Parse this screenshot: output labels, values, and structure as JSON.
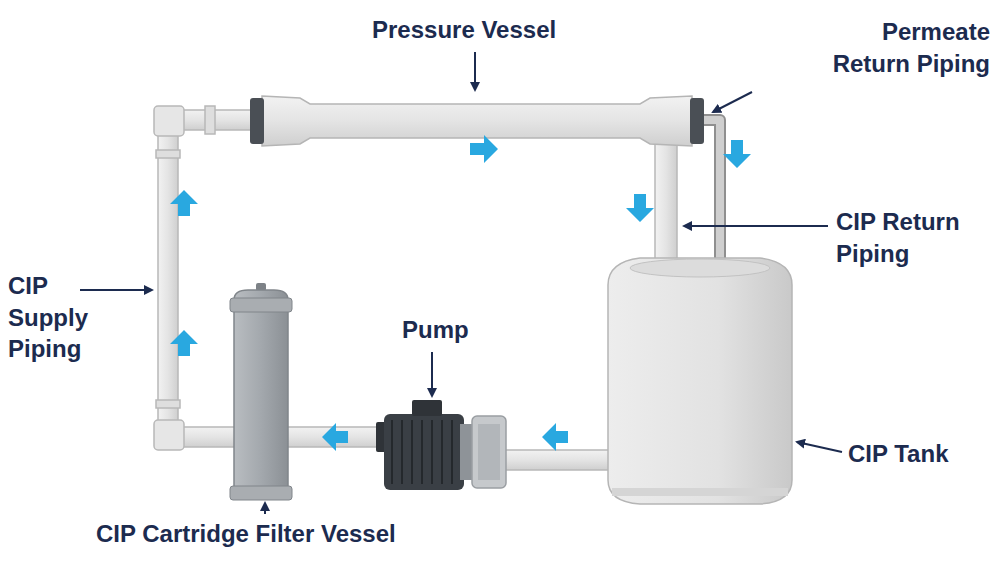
{
  "diagram": {
    "labels": [
      "Pressure Vessel",
      "Permeate Return Piping",
      "CIP Return Piping",
      "CIP Supply Piping",
      "Pump",
      "CIP Tank",
      "CIP Cartridge Filter Vessel"
    ]
  }
}
